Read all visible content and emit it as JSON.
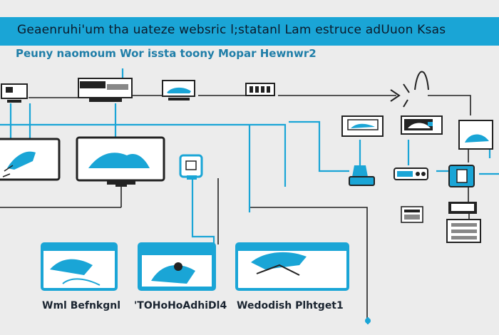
{
  "header": {
    "title": "Geaenruhi'um tha  uateze  websric  l;statanl Lam estruce  adUuon Ksas",
    "subtitle": "Peuny  naomoum  Wor issta  toony  Mopar  Hewnwr2"
  },
  "captions": [
    "Wml Befnkgnl",
    "'TOHoHoAdhiDl4",
    "Wedodish  Plhtget1"
  ],
  "colors": {
    "accent": "#1aa5d6",
    "line": "#222222",
    "background": "#ececec"
  },
  "icons": [
    "small-monitor-icon",
    "video-box-icon",
    "laptop-icon",
    "server-rack-icon",
    "large-monitor-icon",
    "tv-screen-icon",
    "usb-device-icon",
    "camera-icon",
    "printer-icon",
    "router-icon",
    "phone-icon",
    "cash-register-icon"
  ]
}
